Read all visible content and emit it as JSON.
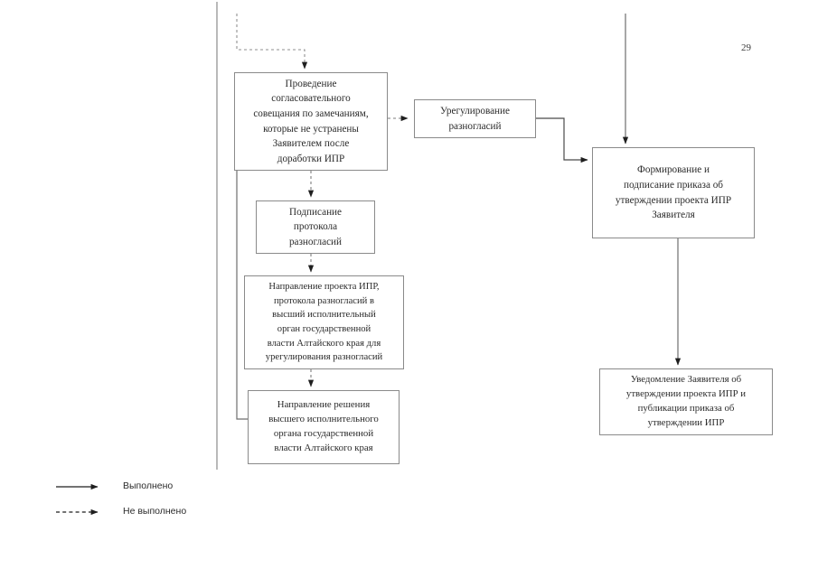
{
  "document": {
    "page_number": "29",
    "type": "flowchart"
  },
  "chart_data": {
    "type": "diagram",
    "title": "",
    "nodes": [
      {
        "id": "provedenie",
        "lines": [
          "Проведение",
          "согласовательного",
          "совещания по замечаниям,",
          "которые не устранены",
          "Заявителем после",
          "доработки ИПР"
        ]
      },
      {
        "id": "uregulirovanie",
        "lines": [
          "Урегулирование",
          "разногласий"
        ]
      },
      {
        "id": "formirovanie",
        "lines": [
          "Формирование и",
          "подписание приказа об",
          "утверждении проекта ИПР",
          "Заявителя"
        ]
      },
      {
        "id": "podpisanie",
        "lines": [
          "Подписание",
          "протокола",
          "разногласий"
        ]
      },
      {
        "id": "napravlenie-proekta",
        "lines": [
          "Направление проекта ИПР,",
          "протокола разногласий в",
          "высший исполнительный",
          "орган государственной",
          "власти Алтайского края для",
          "урегулирования разногласий"
        ]
      },
      {
        "id": "napravlenie-resheniya",
        "lines": [
          "Направление решения",
          "высшего исполнительного",
          "органа государственной",
          "власти Алтайского края"
        ]
      },
      {
        "id": "uvedomlenie",
        "lines": [
          "Уведомление Заявителя об",
          "утверждении проекта ИПР и",
          "публикации приказа об",
          "утверждении ИПР"
        ]
      }
    ],
    "edges": [
      {
        "from": "incoming-top",
        "to": "provedenie",
        "style": "dashed"
      },
      {
        "from": "provedenie",
        "to": "uregulirovanie",
        "style": "dashed"
      },
      {
        "from": "provedenie",
        "to": "podpisanie",
        "style": "dashed"
      },
      {
        "from": "podpisanie",
        "to": "napravlenie-proekta",
        "style": "dashed"
      },
      {
        "from": "napravlenie-proekta",
        "to": "napravlenie-resheniya",
        "style": "dashed"
      },
      {
        "from": "napravlenie-resheniya",
        "to": "loop-up-left",
        "style": "solid"
      },
      {
        "from": "uregulirovanie",
        "to": "formirovanie",
        "style": "solid"
      },
      {
        "from": "incoming-top-right",
        "to": "formirovanie",
        "style": "solid"
      },
      {
        "from": "formirovanie",
        "to": "uvedomlenie",
        "style": "solid"
      }
    ]
  },
  "legend": {
    "items": [
      {
        "label": "Выполнено",
        "style": "solid"
      },
      {
        "label": "Не выполнено",
        "style": "dashed"
      }
    ]
  }
}
